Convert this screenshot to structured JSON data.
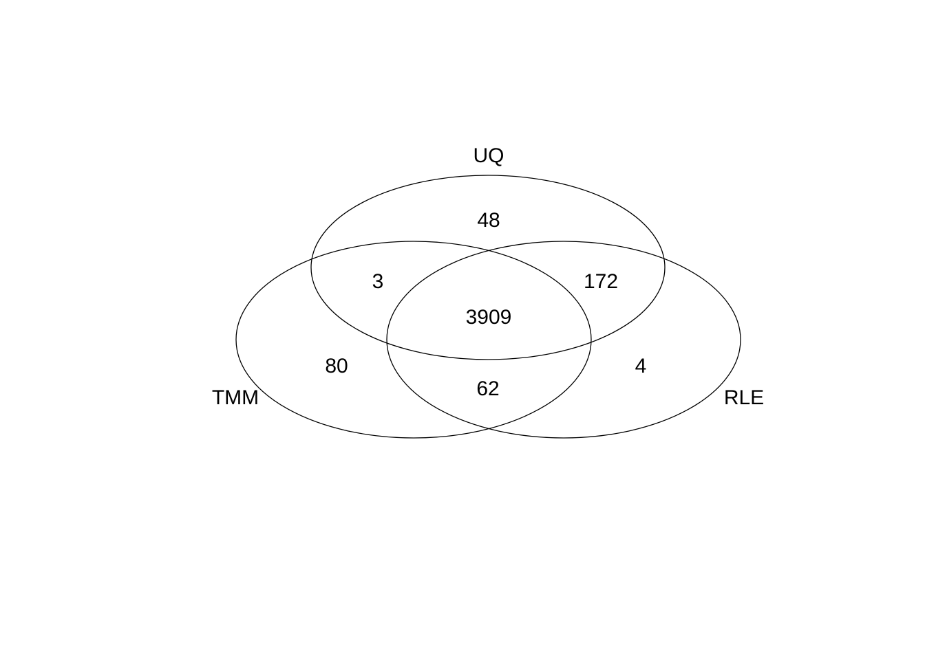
{
  "chart_data": {
    "type": "venn",
    "title": "",
    "sets": [
      "UQ",
      "TMM",
      "RLE"
    ],
    "regions": {
      "UQ_only": 48,
      "TMM_only": 80,
      "RLE_only": 4,
      "UQ_TMM": 3,
      "UQ_RLE": 172,
      "TMM_RLE": 62,
      "UQ_TMM_RLE": 3909
    },
    "layout": {
      "background": "#ffffff",
      "stroke_color": "#000000",
      "text_color": "#000000",
      "set_positions": {
        "UQ": "top-center",
        "TMM": "bottom-left",
        "RLE": "bottom-right"
      }
    }
  }
}
